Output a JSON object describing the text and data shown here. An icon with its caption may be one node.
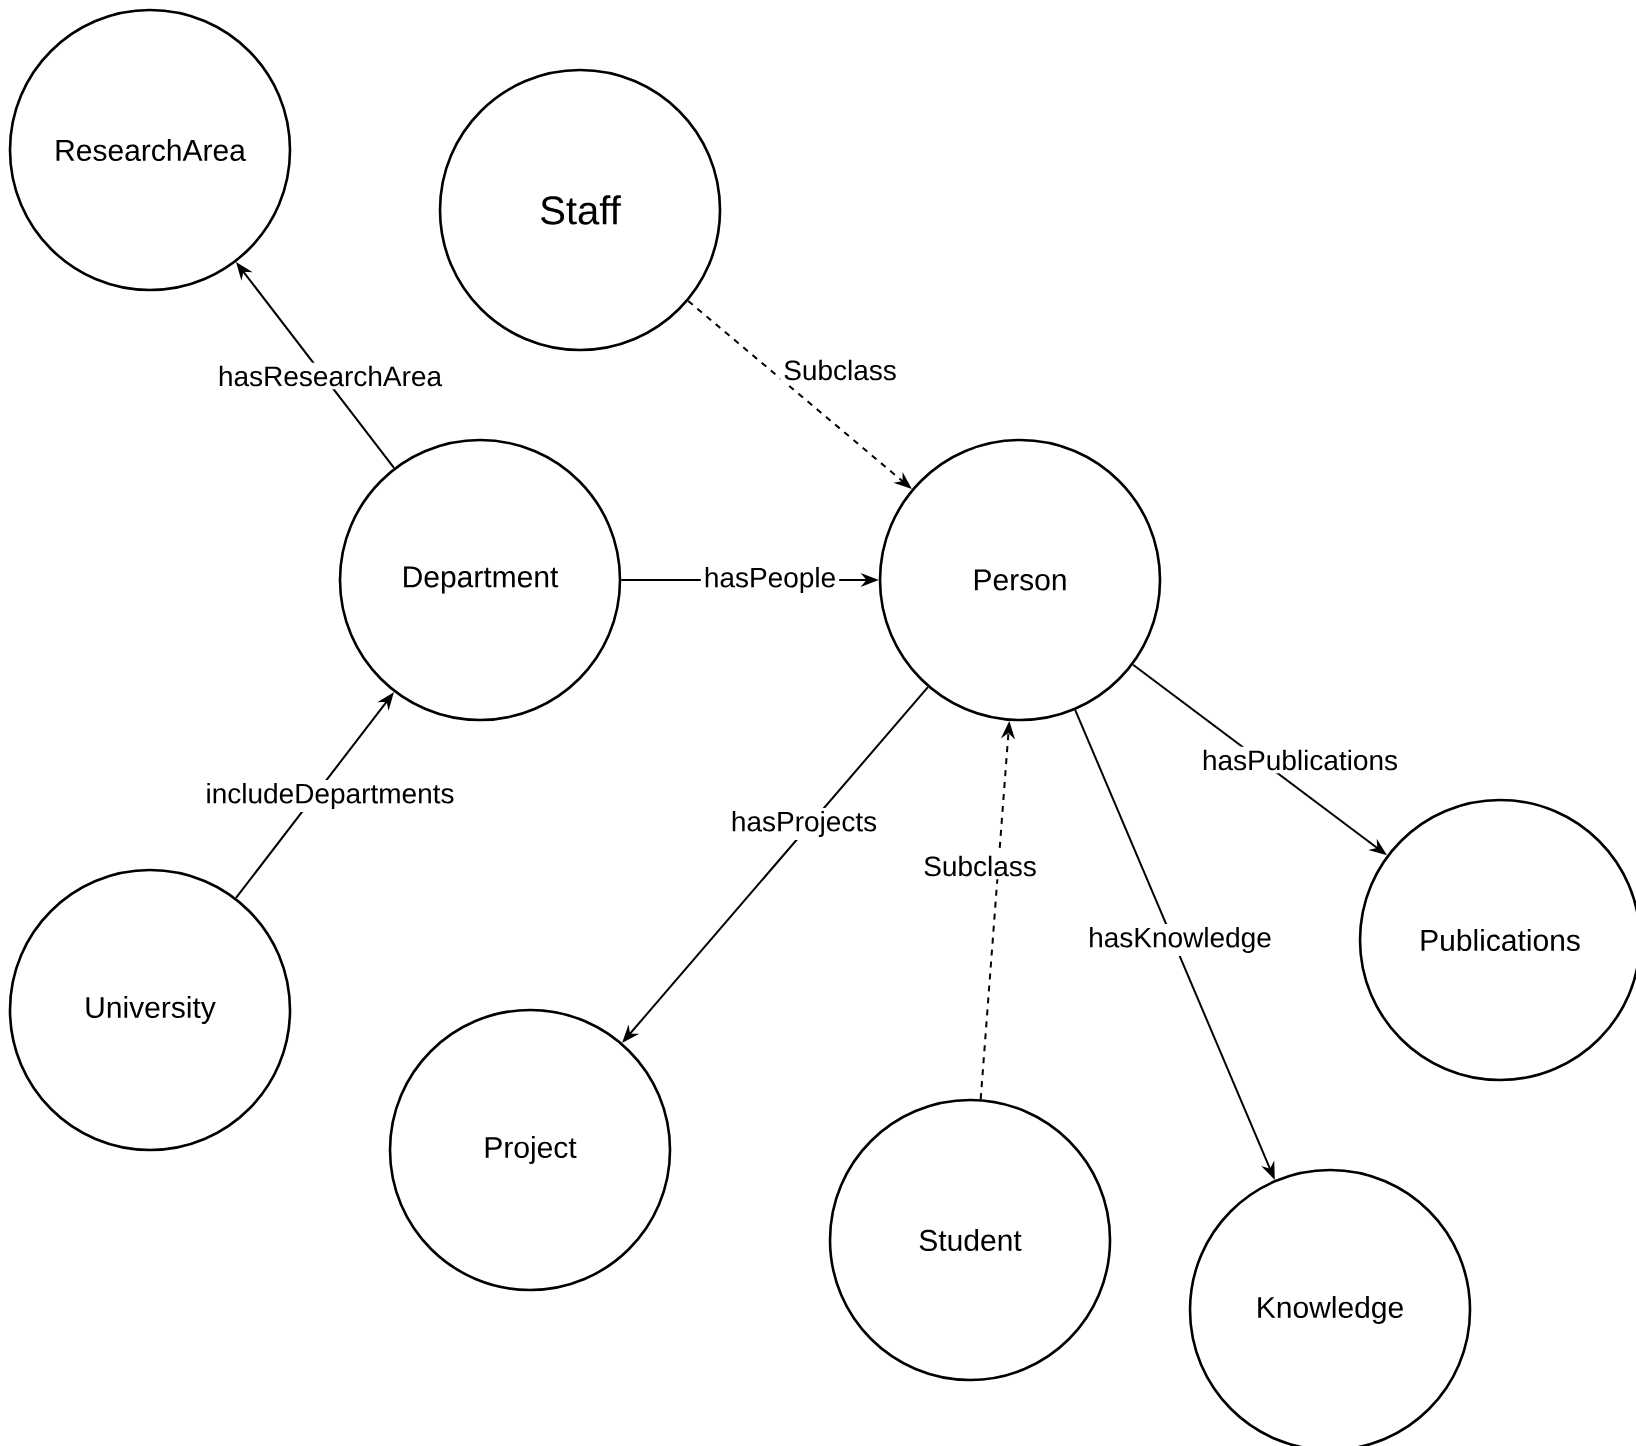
{
  "diagram": {
    "nodes": [
      {
        "text": [
          "ResearchArea"
        ]
      },
      {
        "text": [
          "Staff"
        ]
      },
      {
        "text": [
          "Department"
        ]
      },
      {
        "text": [
          "Person"
        ]
      },
      {
        "text": [
          "University"
        ]
      },
      {
        "text": [
          "Project"
        ]
      },
      {
        "text": [
          "Student"
        ]
      },
      {
        "text": [
          "Publications"
        ]
      },
      {
        "text": [
          "Knowledge"
        ]
      }
    ],
    "edges": [
      {
        "from": 2,
        "to": 0,
        "arrow": "to",
        "label": "hasResearchArea"
      },
      {
        "from": 1,
        "to": 3,
        "arrow": "to",
        "label": "Subclass",
        "style": "dashed"
      },
      {
        "from": 2,
        "to": 3,
        "arrow": "to",
        "label": "hasPeople"
      },
      {
        "from": 4,
        "to": 2,
        "arrow": "to",
        "label": "includeDepartments"
      },
      {
        "from": 3,
        "to": 5,
        "arrow": "to",
        "label": "hasProjects"
      },
      {
        "from": 6,
        "to": 3,
        "arrow": "to",
        "label": "Subclass",
        "style": "dashed"
      },
      {
        "from": 3,
        "to": 8,
        "arrow": "to",
        "label": "hasKnowledge"
      },
      {
        "from": 3,
        "to": 7,
        "arrow": "to",
        "label": "hasPublications"
      }
    ]
  }
}
